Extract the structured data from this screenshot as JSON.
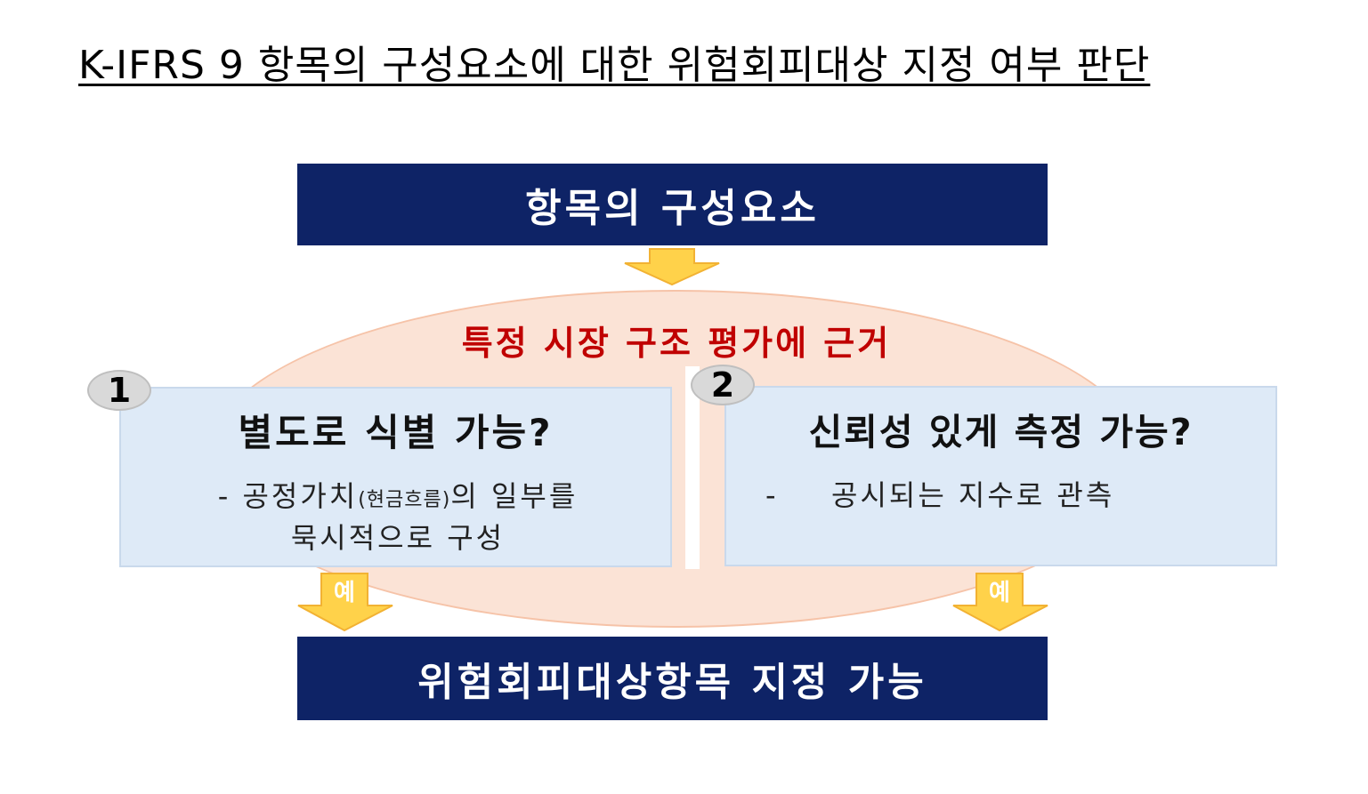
{
  "title": "K-IFRS 9 항목의 구성요소에 대한 위험회피대상 지정 여부 판단",
  "top_box": "항목의 구성요소",
  "ellipse_label": "특정 시장 구조 평가에 근거",
  "criteria": [
    {
      "number": "1",
      "heading": "별도로 식별 가능?",
      "body_prefix": "- 공정가치",
      "body_small": "(현금흐름)",
      "body_suffix": "의 일부를",
      "body_line2": "묵시적으로 구성"
    },
    {
      "number": "2",
      "heading": "신뢰성 있게 측정 가능?",
      "dash": "-",
      "body": "공시되는 지수로 관측"
    }
  ],
  "arrow_labels": [
    "예",
    "예"
  ],
  "bottom_box": "위험회피대상항목 지정 가능",
  "colors": {
    "dark_box": "#0e2366",
    "ellipse_fill": "#fbe3d6",
    "card_fill": "#deeaf7",
    "arrow_fill": "#ffd24a",
    "ellipse_label": "#c00000"
  },
  "icons": [
    "down-arrow-icon"
  ]
}
